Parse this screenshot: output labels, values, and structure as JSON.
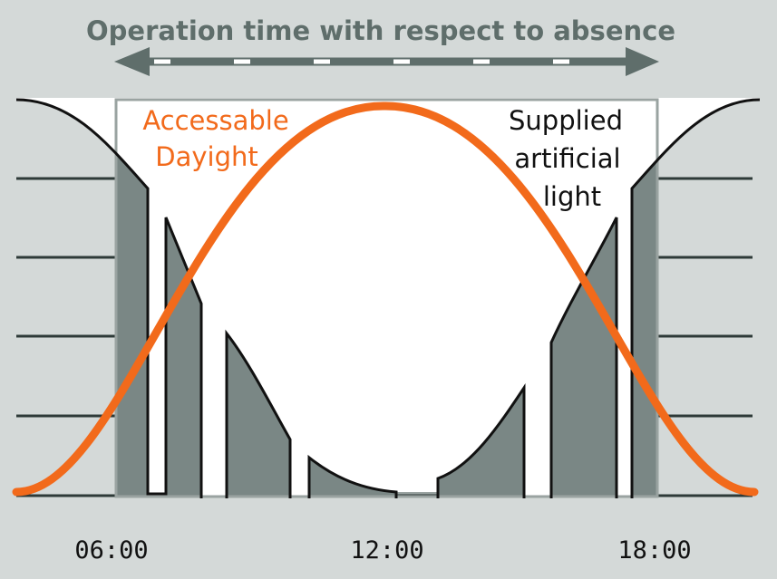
{
  "title": "Operation time with respect to absence",
  "labels": {
    "daylight_line1": "Accessable",
    "daylight_line2": "Dayight",
    "artificial_line1": "Supplied",
    "artificial_line2": "artificial",
    "artificial_line3": "light"
  },
  "time_ticks": [
    "06:00",
    "12:00",
    "18:00"
  ],
  "colors": {
    "background": "#d4d9d8",
    "daylight_curve": "#f26a1b",
    "artificial_fill": "#7a8785",
    "occupancy_window": "#9aa3a1",
    "arrow": "#5f6e6b",
    "grid": "#2e3a38"
  }
}
